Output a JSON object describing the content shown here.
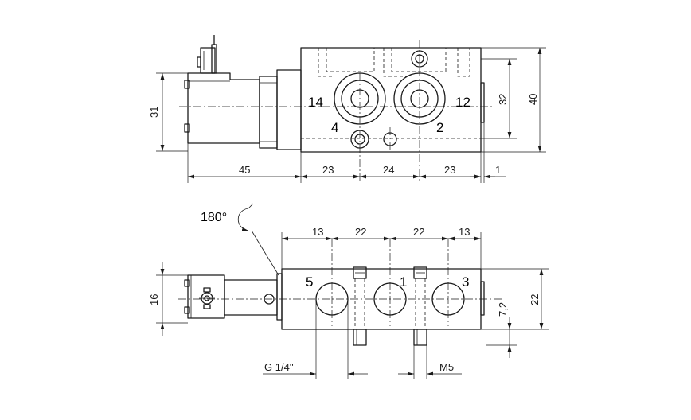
{
  "top_view": {
    "ports": {
      "p14": "14",
      "p12": "12",
      "p4": "4",
      "p2": "2"
    },
    "dims": {
      "w45": "45",
      "w23a": "23",
      "w24": "24",
      "w23b": "23",
      "w1": "1",
      "h31": "31",
      "h32": "32",
      "h40": "40"
    }
  },
  "rotation": {
    "label": "180°"
  },
  "front_view": {
    "ports": {
      "p5": "5",
      "p1": "1",
      "p3": "3"
    },
    "dims": {
      "w13a": "13",
      "w22a": "22",
      "w22b": "22",
      "w13b": "13",
      "h16": "16",
      "h7_2": "7,2",
      "h22": "22"
    },
    "threads": {
      "g14": "G 1/4''",
      "m5": "M5"
    }
  }
}
